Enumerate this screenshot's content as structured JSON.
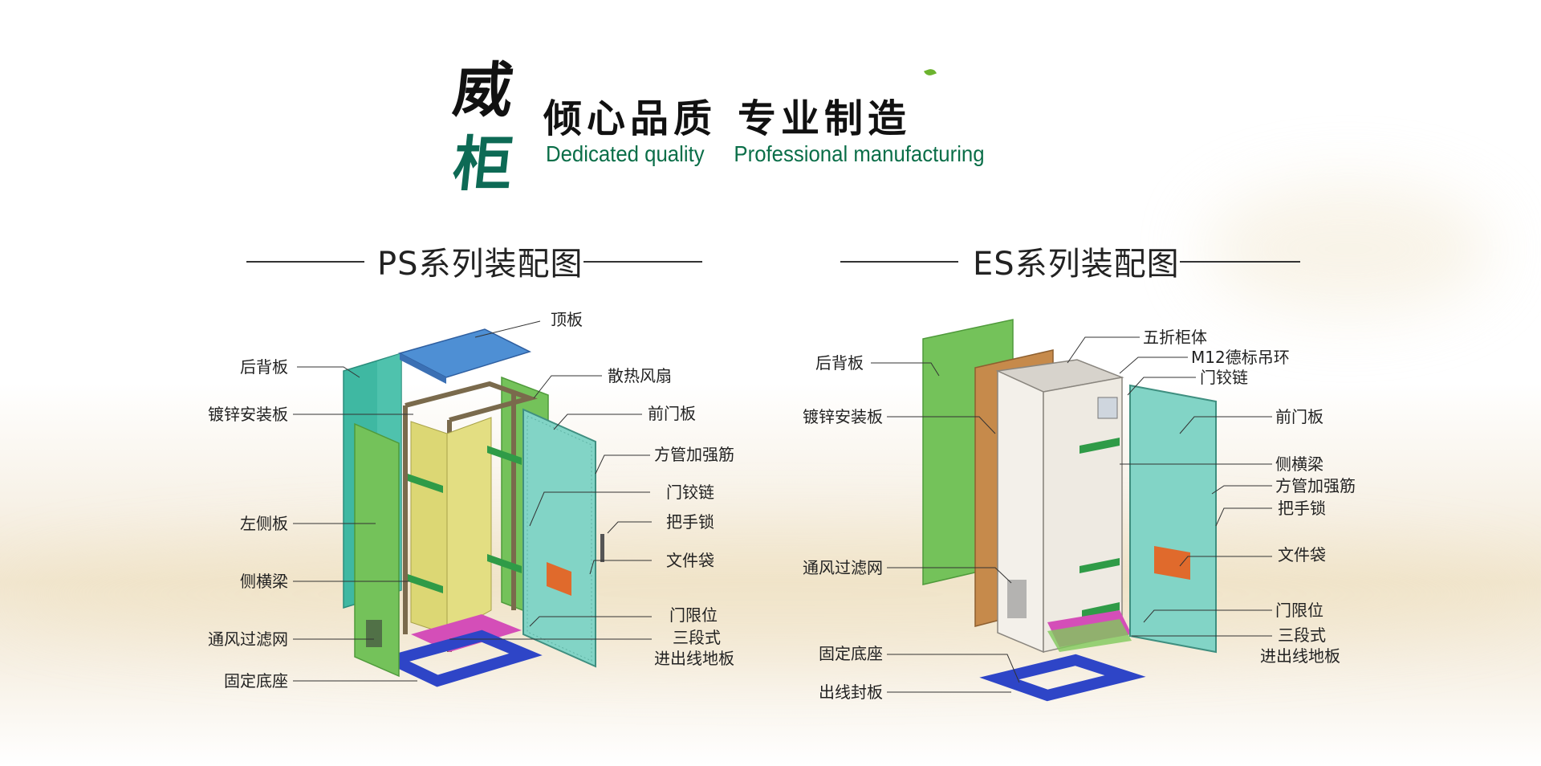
{
  "brand": {
    "char_top": "威",
    "char_bottom": "柜",
    "slogan_cn": [
      "倾心品质",
      "专业制造"
    ],
    "slogan_en": [
      "Dedicated quality",
      "Professional manufacturing"
    ],
    "colors": {
      "dark": "#111111",
      "green": "#0a6e48",
      "leaf": "#6cb32e"
    }
  },
  "ps": {
    "title": "PS系列装配图",
    "labels": {
      "top_panel": "顶板",
      "rear_panel": "后背板",
      "fan": "散热风扇",
      "mount_plate": "镀锌安装板",
      "front_door": "前门板",
      "square_tube": "方管加强筋",
      "hinge": "门铰链",
      "left_panel": "左侧板",
      "handle_lock": "把手锁",
      "doc_pocket": "文件袋",
      "side_beam": "侧横梁",
      "door_stop": "门限位",
      "vent_filter": "通风过滤网",
      "three_section": "三段式",
      "cable_plate": "进出线地板",
      "base": "固定底座"
    }
  },
  "es": {
    "title": "ES系列装配图",
    "labels": {
      "five_fold": "五折柜体",
      "lifting_ring": "M12德标吊环",
      "rear_panel": "后背板",
      "hinge": "门铰链",
      "mount_plate": "镀锌安装板",
      "front_door": "前门板",
      "side_beam": "侧横梁",
      "square_tube": "方管加强筋",
      "handle_lock": "把手锁",
      "doc_pocket": "文件袋",
      "vent_filter": "通风过滤网",
      "door_stop": "门限位",
      "three_section": "三段式",
      "cable_plate": "进出线地板",
      "base": "固定底座",
      "outlet_plate": "出线封板"
    }
  },
  "colors": {
    "teal": "#3fb8a2",
    "green": "#74c25a",
    "yellow": "#dcd774",
    "blue": "#4e8fd4",
    "navy": "#2e45c7",
    "magenta": "#d44eb8",
    "orange": "#e06a2c",
    "aqua": "#82d4c6",
    "brown": "#c68a4b",
    "frame": "#7a6a4c"
  }
}
